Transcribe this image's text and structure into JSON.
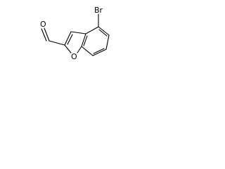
{
  "molecule": {
    "atoms": {
      "bromine": "Br",
      "aldehyde_oxygen": "O",
      "ring_oxygen": "O"
    }
  },
  "colors": {
    "bond": "#000000",
    "background": "#ffffff"
  }
}
